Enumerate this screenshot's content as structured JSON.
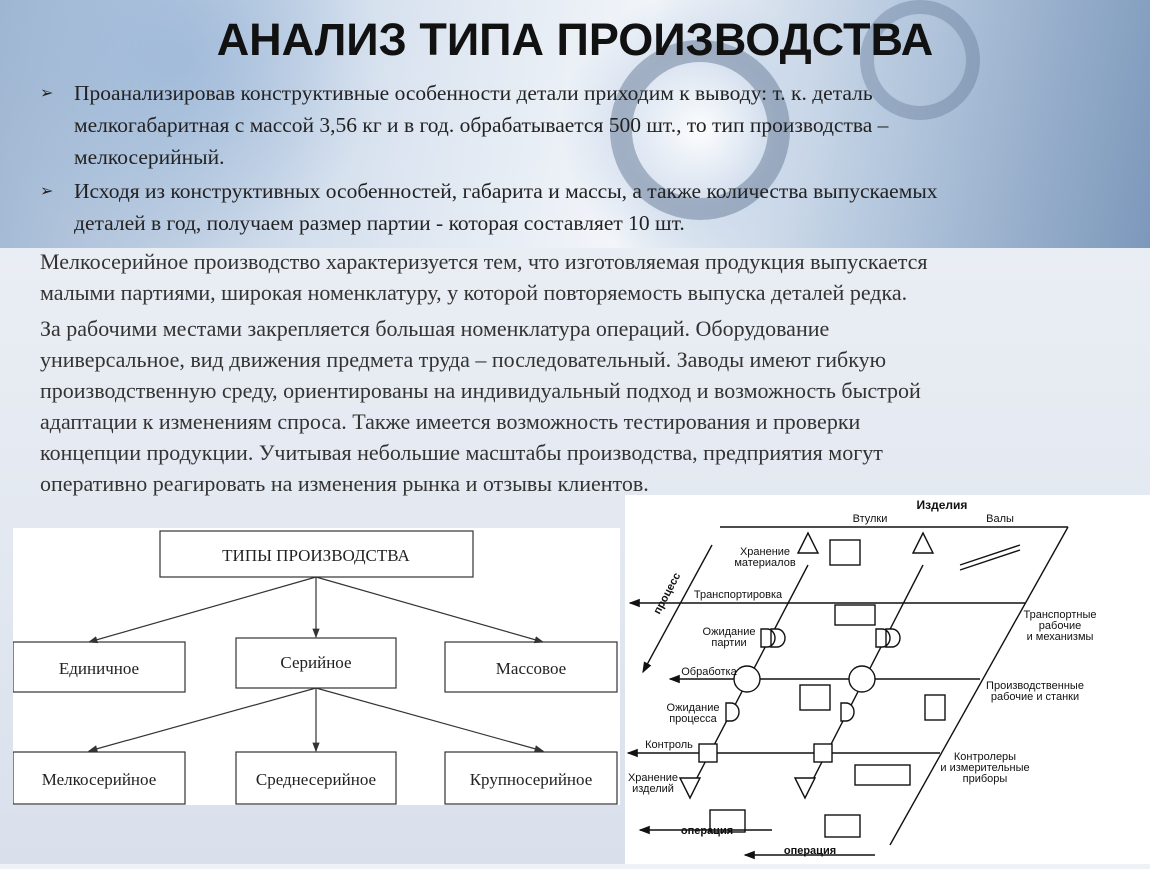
{
  "title": "АНАЛИЗ ТИПА ПРОИЗВОДСТВА",
  "bullets": [
    {
      "marker": "➢",
      "lines": [
        "Проанализировав конструктивные особенности детали приходим к выводу: т. к. деталь",
        "мелкогабаритная с массой 3,56 кг и в год. обрабатывается 500 шт., то тип производства –",
        "мелкосерийный."
      ]
    },
    {
      "marker": "➢",
      "lines": [
        "Исходя из конструктивных особенностей, габарита и массы, а также количества выпускаемых",
        "деталей в год, получаем размер партии - которая составляет 10 шт."
      ]
    }
  ],
  "paragraphs": [
    {
      "lines": [
        "Мелкосерийное производство характеризуется тем, что изготовляемая продукция выпускается",
        "малыми партиями, широкая номенклатуру, у которой повторяемость выпуска деталей редка."
      ]
    },
    {
      "lines": [
        "За рабочими местами закрепляется большая номенклатура операций. Оборудование",
        "универсальное, вид движения предмета труда – последовательный. Заводы имеют гибкую",
        "производственную среду, ориентированы на индивидуальный подход и возможность быстрой",
        "адаптации к изменениям спроса. Также имеется возможность тестирования и проверки",
        "концепции продукции. Учитывая небольшие масштабы производства, предприятия могут",
        "оперативно реагировать на изменения рынка и отзывы клиентов."
      ]
    }
  ],
  "tree": {
    "root": "ТИПЫ ПРОИЗВОДСТВА",
    "level1": [
      "Единичное",
      "Серийное",
      "Массовое"
    ],
    "level2": [
      "Мелкосерийное",
      "Среднесерийное",
      "Крупносерийное"
    ]
  },
  "flow": {
    "products": "Изделия",
    "product1": "Втулки",
    "product2": "Валы",
    "process": "процесс",
    "storage_materials": [
      "Хранение",
      "материалов"
    ],
    "transport": "Транспортировка",
    "wait_batch": [
      "Ожидание",
      "партии"
    ],
    "processing": "Обработка",
    "wait_process": [
      "Ожидание",
      "процесса"
    ],
    "control": "Контроль",
    "storage_products": [
      "Хранение",
      "изделий"
    ],
    "operation1": "операция",
    "operation2": "операция",
    "transport_workers": [
      "Транспортные",
      "рабочие",
      "и механизмы"
    ],
    "production_workers": [
      "Производственные",
      "рабочие и станки"
    ],
    "controllers": [
      "Контролеры",
      "и измерительные",
      "приборы"
    ]
  }
}
